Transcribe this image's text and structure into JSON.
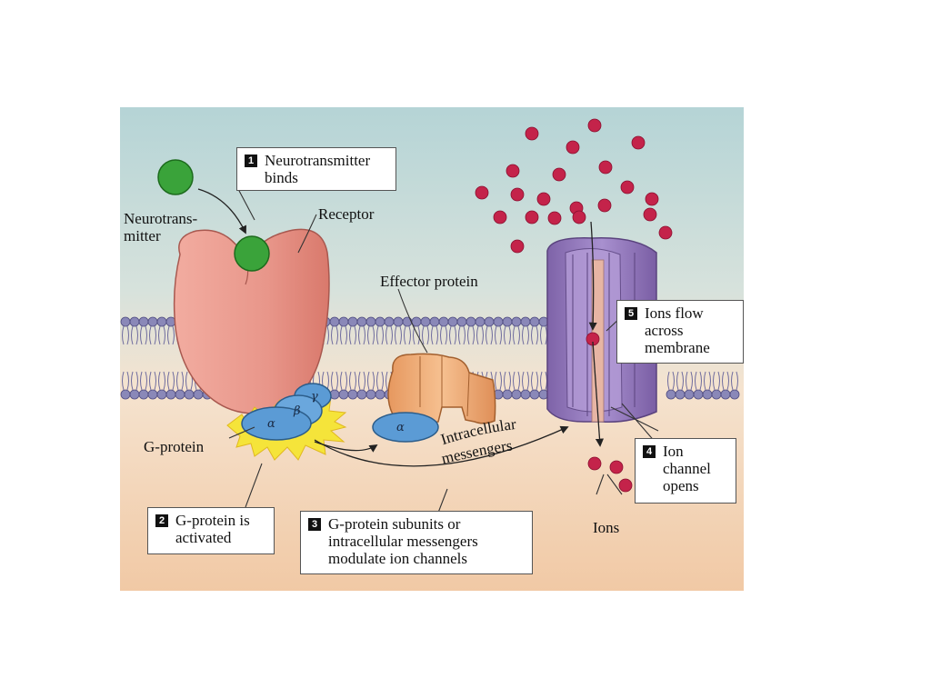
{
  "labels": {
    "neurotransmitter": "Neurotrans-\nmitter",
    "receptor": "Receptor",
    "effector_protein": "Effector protein",
    "g_protein": "G-protein",
    "ions": "Ions",
    "intracellular": "Intracellular",
    "messengers": "messengers"
  },
  "subunits": {
    "alpha": "α",
    "beta": "β",
    "gamma": "γ"
  },
  "steps": [
    {
      "number": "1",
      "text": "Neurotransmitter\nbinds"
    },
    {
      "number": "2",
      "text": "G-protein is\nactivated"
    },
    {
      "number": "3",
      "text": "G-protein subunits or\nintracellular messengers\nmodulate ion channels"
    },
    {
      "number": "4",
      "text": "Ion\nchannel\nopens"
    },
    {
      "number": "5",
      "text": "Ions flow\nacross\nmembrane"
    }
  ],
  "colors": {
    "receptor": "#e8968a",
    "neurotransmitter": "#3aa33a",
    "g_protein": "#5b9bd5",
    "effector": "#efaa74",
    "channel": "#9a7fc0",
    "ions": "#c4234a",
    "membrane": "#8a88b8",
    "activation_burst": "#f5e43a"
  }
}
